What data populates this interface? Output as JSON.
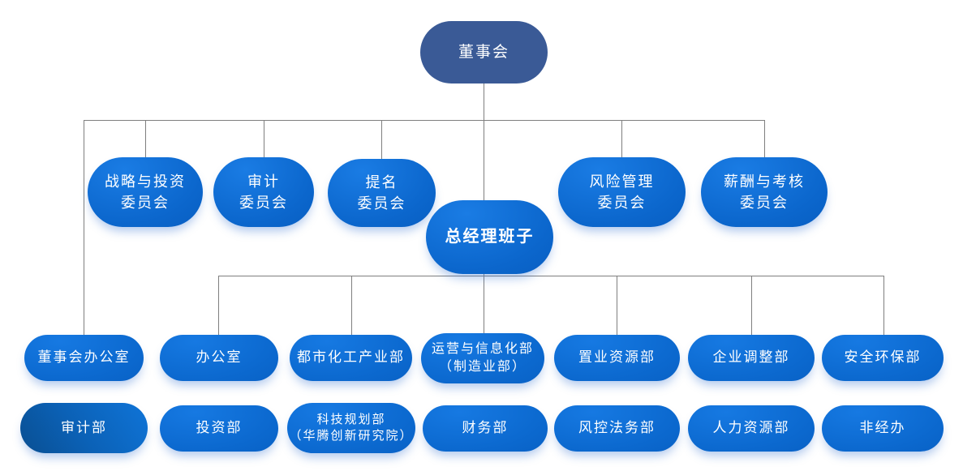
{
  "org_chart": {
    "root": {
      "label": "董事会"
    },
    "committees": [
      {
        "label": "战略与投资\n委员会"
      },
      {
        "label": "审计\n委员会"
      },
      {
        "label": "提名\n委员会"
      },
      {
        "label": "风险管理\n委员会"
      },
      {
        "label": "薪酬与考核\n委员会"
      }
    ],
    "gm": {
      "label": "总经理班子"
    },
    "departments_row1": [
      {
        "label": "董事会办公室"
      },
      {
        "label": "办公室"
      },
      {
        "label": "都市化工产业部"
      },
      {
        "label": "运营与信息化部\n（制造业部）"
      },
      {
        "label": "置业资源部"
      },
      {
        "label": "企业调整部"
      },
      {
        "label": "安全环保部"
      }
    ],
    "departments_row2": [
      {
        "label": "审计部"
      },
      {
        "label": "投资部"
      },
      {
        "label": "科技规划部\n（华腾创新研究院）"
      },
      {
        "label": "财务部"
      },
      {
        "label": "风控法务部"
      },
      {
        "label": "人力资源部"
      },
      {
        "label": "非经办"
      }
    ],
    "colors": {
      "root_fill": "#3a5a96",
      "node_fill": "#0b66cc",
      "node_fill_light": "#1a7ce4",
      "node_fill_dark": "#0757b8",
      "audit_dept_dark": "#0a4f92",
      "connector": "#7f7f7f",
      "text": "#ffffff",
      "background": "#ffffff"
    }
  }
}
